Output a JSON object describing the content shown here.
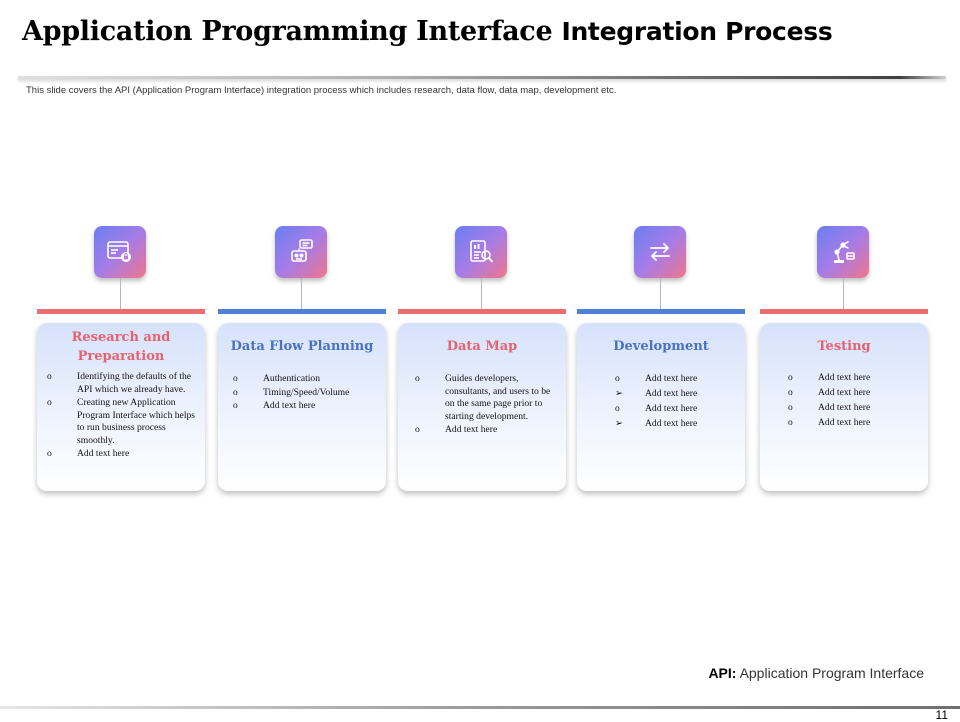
{
  "slide": {
    "title_part1": "Application Programming Interface",
    "title_part2": "Integration Process",
    "subtitle": "This slide covers the API (Application Program Interface) integration process which includes research, data flow, data map, development etc.",
    "api_abbr": "API:",
    "api_full": "Application Program Interface",
    "page_number": "11"
  },
  "colors": {
    "coral": "#ec6e6e",
    "blue": "#4f7fd6",
    "title_coral": "#e8626e",
    "title_blue": "#4a72c4"
  },
  "steps": [
    {
      "title": "Research and Preparation",
      "icon": "browser-lock-icon",
      "accent": "coral",
      "items": [
        {
          "mark": "o",
          "text": "Identifying the defaults of the API which we already have."
        },
        {
          "mark": "o",
          "text": "Creating new Application Program Interface which helps to run business process smoothly."
        },
        {
          "mark": "o",
          "text": "Add text here"
        }
      ]
    },
    {
      "title": "Data Flow Planning",
      "icon": "robot-chat-icon",
      "accent": "blue",
      "items": [
        {
          "mark": "o",
          "text": "Authentication"
        },
        {
          "mark": "o",
          "text": "Timing/Speed/Volume"
        },
        {
          "mark": "o",
          "text": "Add text here"
        }
      ]
    },
    {
      "title": "Data Map",
      "icon": "document-search-icon",
      "accent": "coral",
      "items": [
        {
          "mark": "o",
          "text": "Guides developers, consultants, and users to be on the same page prior to starting development."
        },
        {
          "mark": "o",
          "text": "Add text here"
        }
      ]
    },
    {
      "title": "Development",
      "icon": "swap-arrows-icon",
      "accent": "blue",
      "items": [
        {
          "mark": "o",
          "text": "Add text here"
        },
        {
          "mark": "➢",
          "text": "Add text here"
        },
        {
          "mark": "o",
          "text": "Add text here"
        },
        {
          "mark": "➢",
          "text": "Add text here"
        }
      ]
    },
    {
      "title": "Testing",
      "icon": "robot-arm-icon",
      "accent": "coral",
      "items": [
        {
          "mark": "o",
          "text": "Add text here"
        },
        {
          "mark": "o",
          "text": "Add text here"
        },
        {
          "mark": "o",
          "text": "Add text here"
        },
        {
          "mark": "o",
          "text": "Add text here"
        }
      ]
    }
  ]
}
